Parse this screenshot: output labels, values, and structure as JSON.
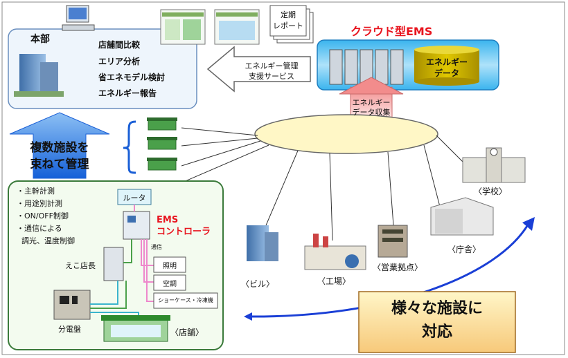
{
  "colors": {
    "accent_red": "#e8141e",
    "arrow_blue": "#1a5fd6",
    "panel_green_border": "#3a7a3a",
    "panel_blue_border": "#6a8fbf",
    "cloud_box": "#62c6f0",
    "energy_db": "#c9b300"
  },
  "hq": {
    "title": "本部",
    "items": [
      "店舗間比較",
      "エリア分析",
      "省エネモデル検討",
      "エネルギー報告"
    ]
  },
  "report": {
    "label": "定期\nレポート"
  },
  "service_arrow": {
    "label": "エネルギー管理\n支援サービス"
  },
  "cloud": {
    "title": "クラウド型EMS",
    "db_label": "エネルギー\nデータ"
  },
  "collect_arrow": {
    "label": "エネルギー\nデータ収集"
  },
  "multi_manage": {
    "label": "複数施設を\n束ねて管理"
  },
  "store_panel": {
    "bullets": [
      "・主幹計測",
      "・用途別計測",
      "・ON/OFF制御",
      "・通信による",
      "  調光、温度制御"
    ],
    "router": "ルータ",
    "ems_controller": "EMS\nコントローラ",
    "comm_label": "通信",
    "manager": "えこ店長",
    "breaker": "分電盤",
    "loads": [
      "照明",
      "空調",
      "ショーケース・冷凍機"
    ],
    "store_caption": "〈店舗〉"
  },
  "facilities": {
    "school": "〈学校〉",
    "office": "〈庁舎〉",
    "sales": "〈営業拠点〉",
    "factory": "〈工場〉",
    "building": "〈ビル〉"
  },
  "callout": {
    "label": "様々な施設に\n対応"
  }
}
